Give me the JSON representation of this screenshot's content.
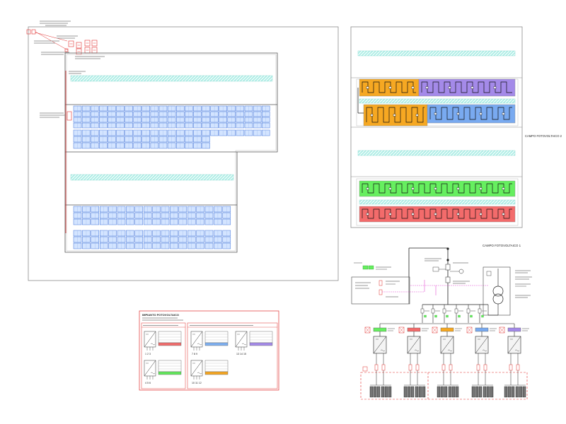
{
  "title_labels": {
    "campo_2": "CAMPO FOTOVOLTAICO 2",
    "campo_1": "CAMPO FOTOVOLTAICO 1"
  },
  "legend": {
    "title": "IMPIANTO FOTOVOLTAICO",
    "inverters": [
      {
        "numbers": "1 2 3",
        "color": "#f26d6d"
      },
      {
        "numbers": "4 5 6",
        "color": "#62e85c"
      },
      {
        "numbers": "7 8 9",
        "color": "#7fb0f2"
      },
      {
        "numbers": "13 14 15",
        "color": "#a58bea"
      },
      {
        "numbers": "10 11 12",
        "color": "#f5a623"
      }
    ]
  },
  "colors": {
    "string_orange": "#f6a822",
    "string_purple": "#a48ae9",
    "string_blue": "#79aaf0",
    "string_green": "#66ef5f",
    "string_red": "#f36b6b",
    "panel_fill": "#d3e4ff",
    "panel_stroke": "#2f66d6",
    "hatch": "#6fdcd0",
    "annotation_red": "#e0302f",
    "pink_cable": "#e552d6",
    "frame_gray": "#8c8c8c"
  }
}
